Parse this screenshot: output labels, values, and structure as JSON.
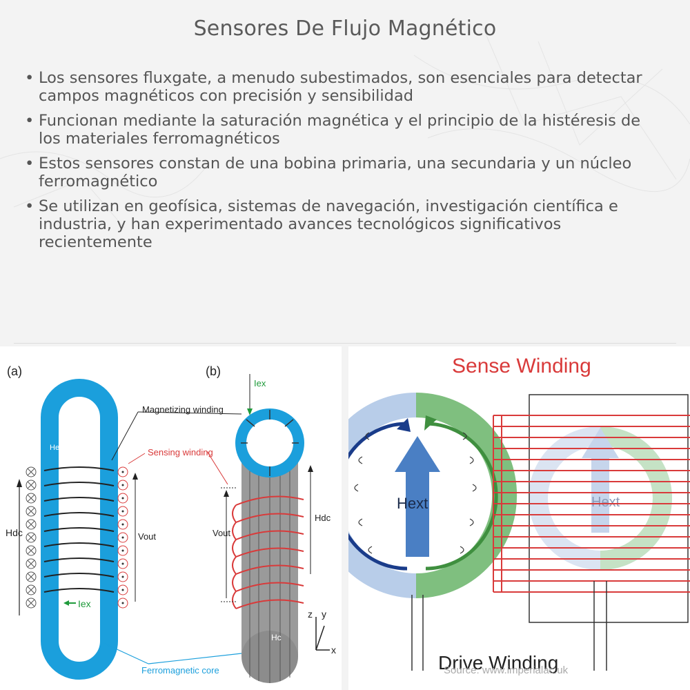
{
  "title": "Sensores De Flujo Magnético",
  "bullets": [
    "Los sensores fluxgate, a menudo subestimados, son esenciales para detectar campos magnéticos con precisión y sensibilidad",
    "Funcionan mediante la saturación magnética y el principio de la histéresis de los materiales ferromagnéticos",
    "Estos sensores constan de una bobina primaria, una secundaria y un núcleo ferromagnético",
    "Se utilizan en geofísica, sistemas de navegación, investigación científica e industria, y han experimentado avances tecnológicos significativos recientemente"
  ],
  "figure_left": {
    "panel_a": "(a)",
    "panel_b": "(b)",
    "magnetizing_winding": "Magnetizing winding",
    "sensing_winding": "Sensing winding",
    "ferromagnetic_core": "Ferromagnetic core",
    "h_dc_a": "Hdc",
    "h_dc_b": "Hdc",
    "v_out_a": "Vout",
    "v_out_b": "Vout",
    "i_ex_a": "Iex",
    "i_ex_b": "Iex",
    "h_ex": "Hex",
    "h_c": "Hc",
    "axis_x": "x",
    "axis_y": "y",
    "axis_z": "z"
  },
  "figure_right": {
    "sense_winding": "Sense Winding",
    "drive_winding": "Drive Winding",
    "h_ext": "Hext",
    "h_ext_faded": "Hext",
    "source": "Source: www.imperialac.uk"
  },
  "colors": {
    "core_blue": "#1b9fdc",
    "sense_red": "#d93a3a",
    "drive_green": "#4a9a4a",
    "arrow_blue": "#4a7fc4"
  }
}
